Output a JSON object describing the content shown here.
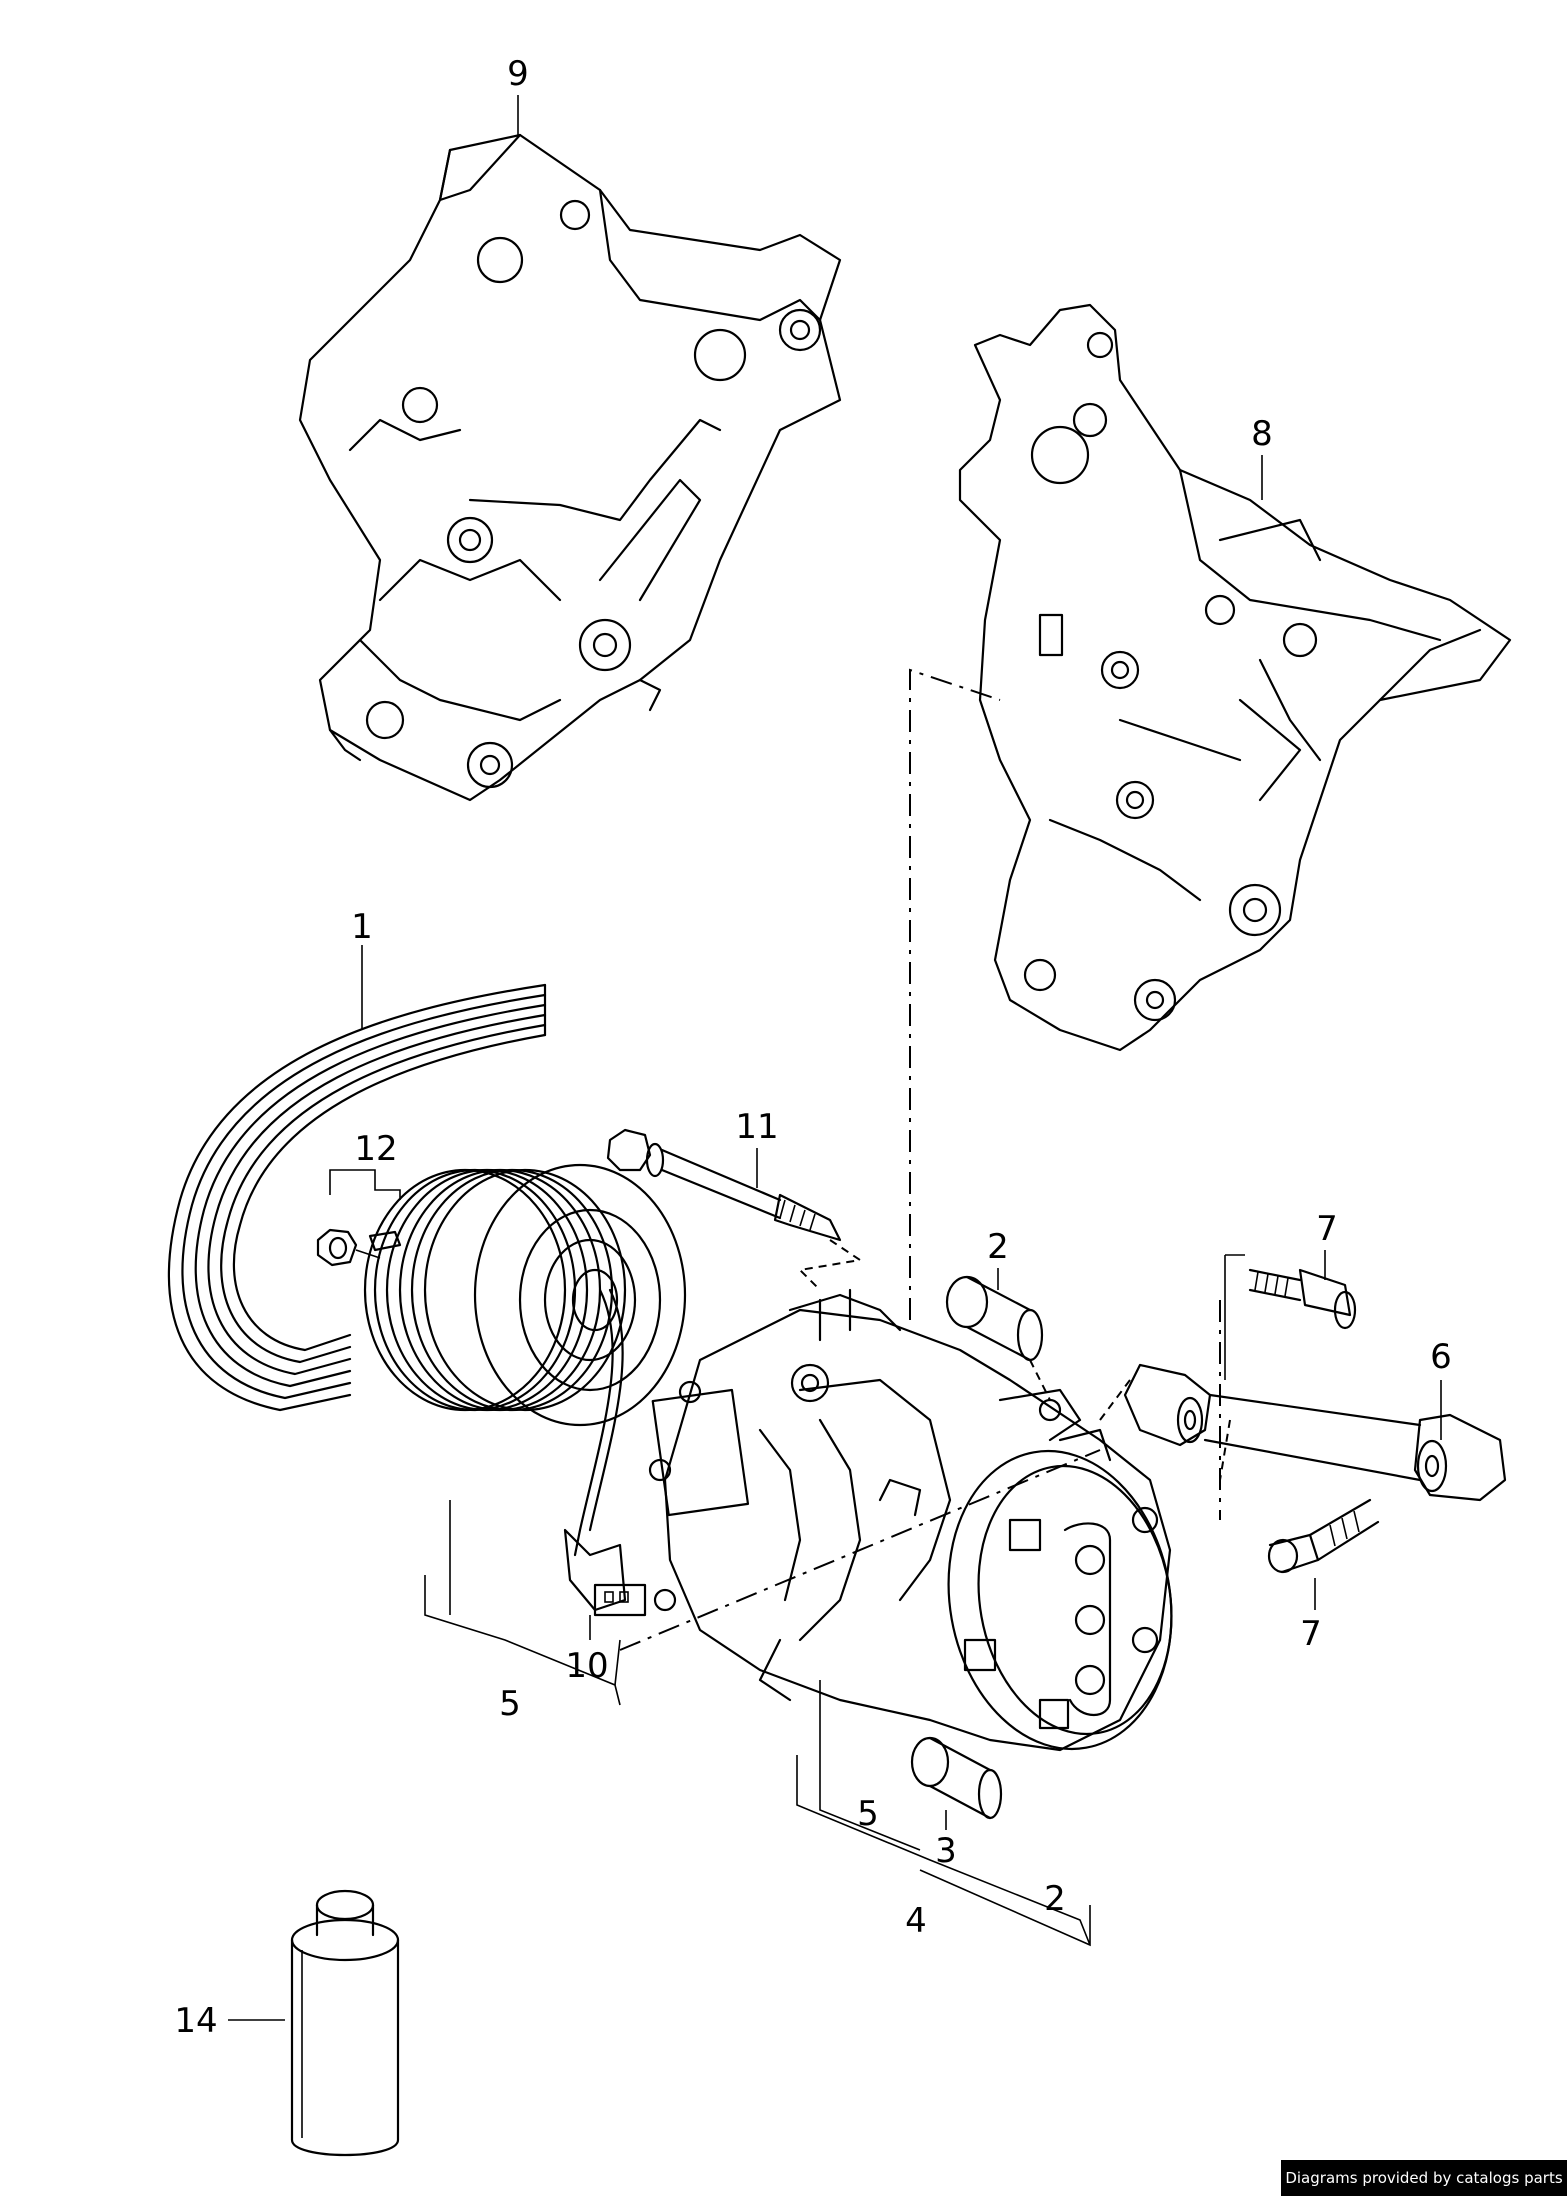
{
  "callouts": {
    "c1": "1",
    "c2a": "2",
    "c2b": "2",
    "c3": "3",
    "c4": "4",
    "c5a": "5",
    "c5b": "5",
    "c6": "6",
    "c7a": "7",
    "c7b": "7",
    "c8": "8",
    "c9": "9",
    "c10": "10",
    "c11": "11",
    "c12": "12",
    "c14": "14"
  },
  "watermark": "Diagrams provided by catalogs parts"
}
